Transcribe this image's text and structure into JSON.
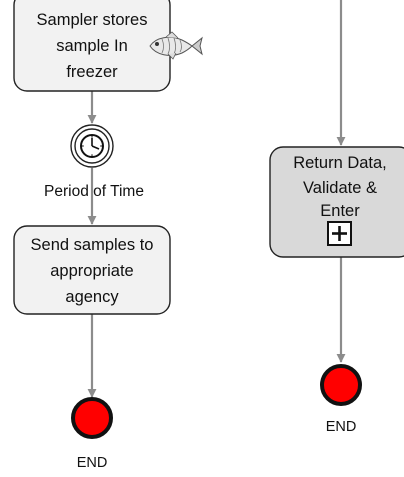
{
  "diagram": {
    "left_flow": {
      "task_store": {
        "lines": [
          "Sampler stores",
          "sample In",
          "freezer"
        ],
        "icon": "fish-icon"
      },
      "timer_event": {
        "icon": "clock-icon",
        "label": "Period of Time"
      },
      "task_send": {
        "lines": [
          "Send samples to",
          "appropriate",
          "agency"
        ]
      },
      "end_event": {
        "label": "END"
      }
    },
    "right_flow": {
      "subprocess": {
        "lines": [
          "Return Data,",
          "Validate &",
          "Enter"
        ],
        "marker": "plus-icon"
      },
      "end_event": {
        "label": "END"
      }
    },
    "colors": {
      "task_fill": "#f2f2f2",
      "subprocess_fill": "#d9d9d9",
      "connector": "#8c8c8c",
      "end_fill": "#ff0000",
      "outline": "#222222"
    }
  }
}
